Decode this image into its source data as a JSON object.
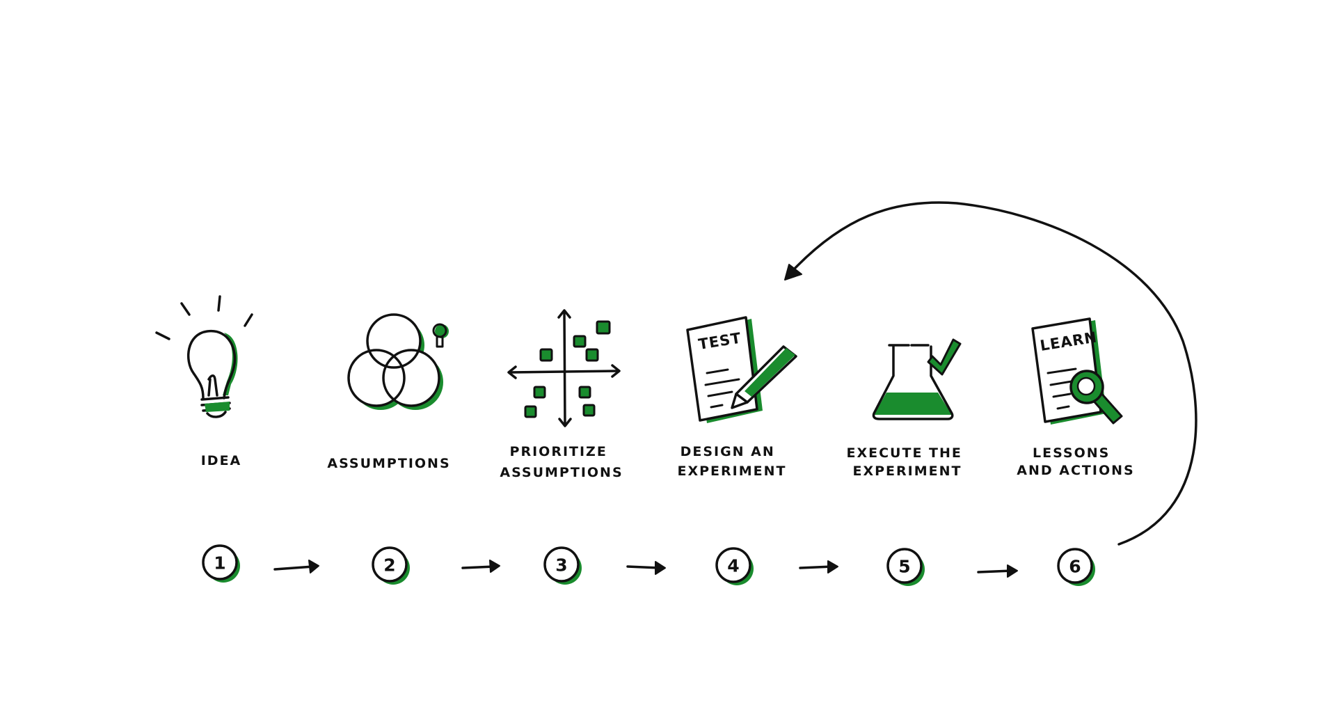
{
  "colors": {
    "accent": "#1a8c2e",
    "ink": "#111111",
    "background": "#ffffff"
  },
  "steps": [
    {
      "number": "1",
      "icon": "lightbulb-icon",
      "label": [
        "IDEA"
      ]
    },
    {
      "number": "2",
      "icon": "venn-diagram-icon",
      "label": [
        "ASSUMPTIONS"
      ]
    },
    {
      "number": "3",
      "icon": "quadrant-matrix-icon",
      "label": [
        "PRIORITIZE",
        "ASSUMPTIONS"
      ]
    },
    {
      "number": "4",
      "icon": "test-document-pencil-icon",
      "label": [
        "DESIGN AN",
        "EXPERIMENT"
      ],
      "icon_text": "TEST"
    },
    {
      "number": "5",
      "icon": "flask-checkmark-icon",
      "label": [
        "EXECUTE  THE",
        "EXPERIMENT"
      ]
    },
    {
      "number": "6",
      "icon": "learn-document-magnifier-icon",
      "label": [
        "LESSONS",
        "AND ACTIONS"
      ],
      "icon_text": "LEARN"
    }
  ],
  "connectors": {
    "sequence_arrow": "arrow-right-icon",
    "loop_arrow": "loop-back-arrow-icon"
  }
}
